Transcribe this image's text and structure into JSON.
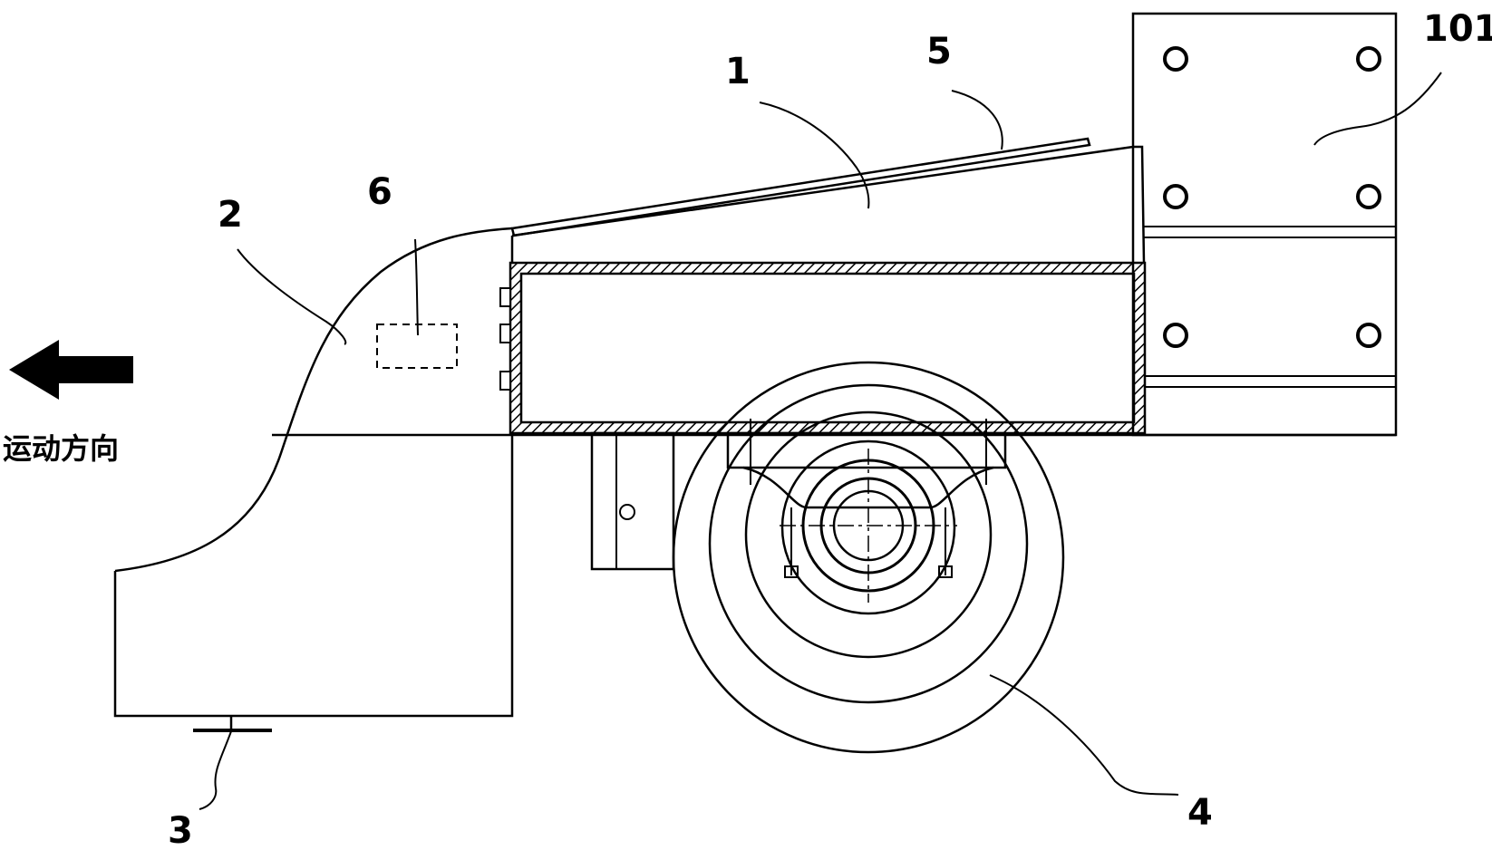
{
  "direction_label": "运动方向",
  "callouts": {
    "c1": "1",
    "c2": "2",
    "c3": "3",
    "c4": "4",
    "c5": "5",
    "c6": "6",
    "c101": "101"
  }
}
